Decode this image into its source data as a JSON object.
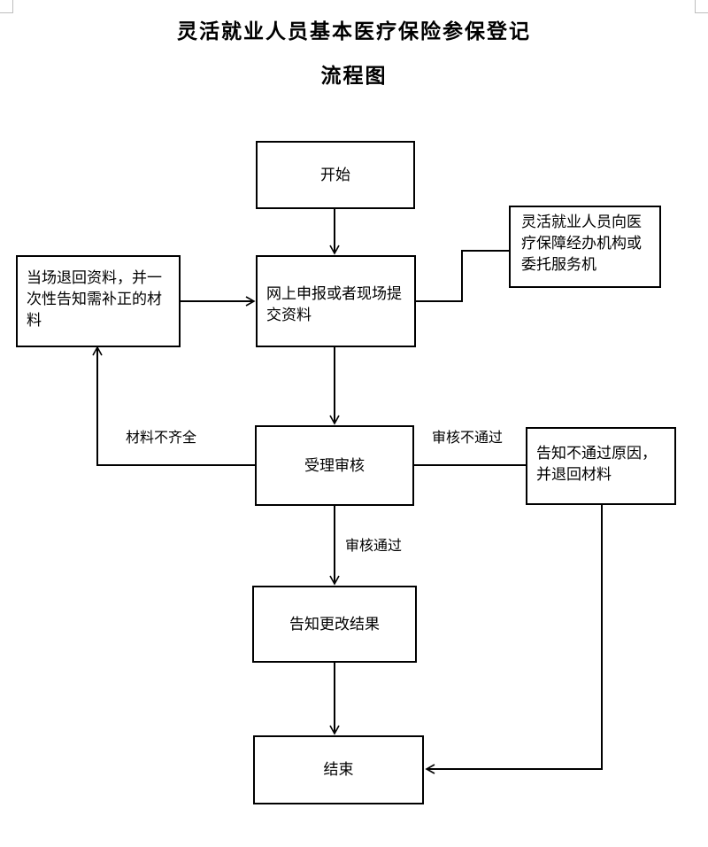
{
  "title": {
    "line1": "灵活就业人员基本医疗保险参保登记",
    "line2": "流程图"
  },
  "nodes": {
    "start": "开始",
    "submit": "网上申报或者现场提交资料",
    "note_agency": "灵活就业人员向医疗保障经办机构或委托服务机",
    "return_materials": "当场退回资料，并一次性告知需补正的材料",
    "review": "受理审核",
    "reject_notice": "告知不通过原因，并退回材料",
    "notify_result": "告知更改结果",
    "end": "结束"
  },
  "edge_labels": {
    "incomplete": "材料不齐全",
    "failed": "审核不通过",
    "passed": "审核通过"
  }
}
